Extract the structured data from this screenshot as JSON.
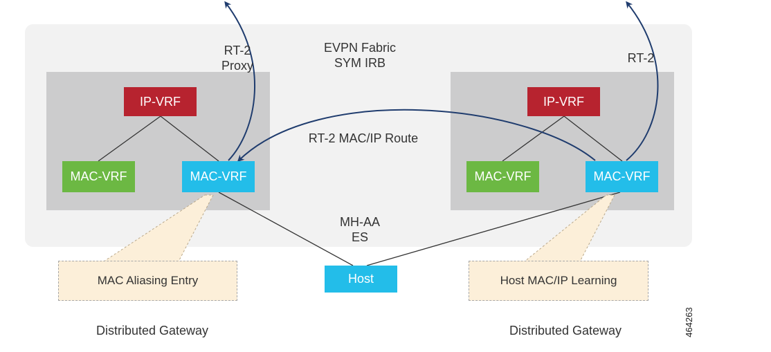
{
  "fabric": {
    "title_line1": "EVPN Fabric",
    "title_line2": "SYM IRB"
  },
  "left_gateway": {
    "ip_vrf": "IP-VRF",
    "mac_vrf_green": "MAC-VRF",
    "mac_vrf_blue": "MAC-VRF",
    "rt2_label_line1": "RT-2",
    "rt2_label_line2": "Proxy",
    "note": "MAC Aliasing Entry",
    "caption": "Distributed Gateway"
  },
  "right_gateway": {
    "ip_vrf": "IP-VRF",
    "mac_vrf_green": "MAC-VRF",
    "mac_vrf_blue": "MAC-VRF",
    "rt2_label": "RT-2",
    "note": "Host MAC/IP Learning",
    "caption": "Distributed Gateway"
  },
  "route_label": "RT-2 MAC/IP Route",
  "es_label_line1": "MH-AA",
  "es_label_line2": "ES",
  "host": "Host",
  "figure_id": "464263",
  "colors": {
    "fabric_bg": "#f2f2f2",
    "gateway_bg": "#cccccd",
    "ip_vrf": "#b7232f",
    "mac_vrf_green": "#6cb843",
    "mac_vrf_blue": "#23bde9",
    "note_bg": "#fcefd9",
    "arrow": "#1f3c6e"
  }
}
